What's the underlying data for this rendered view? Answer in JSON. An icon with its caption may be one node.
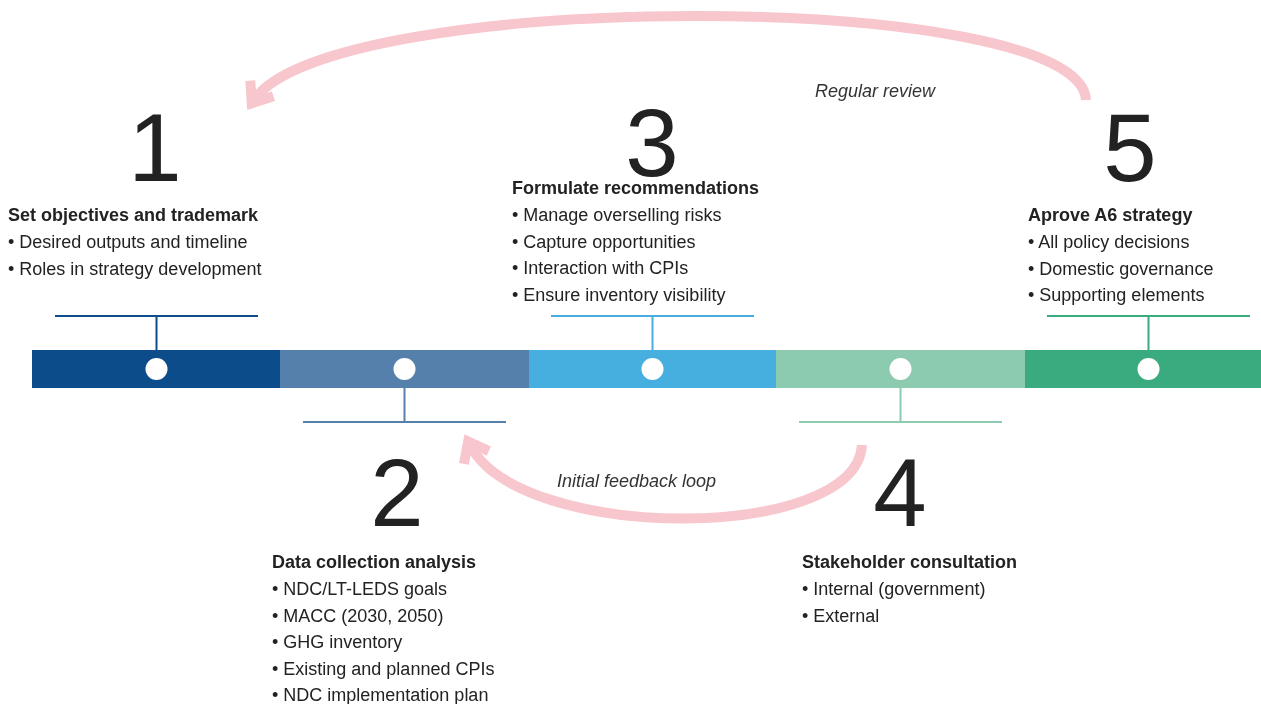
{
  "diagram": {
    "nodes": [
      {
        "text": [
          "1",
          "Set objectives and trademark",
          "• Desired outputs and timeline",
          "• Roles in strategy development"
        ]
      },
      {
        "text": [
          "2",
          "Data collection analysis",
          "• NDC/LT-LEDS goals",
          "• MACC (2030, 2050)",
          "• GHG inventory",
          "• Existing and planned CPIs",
          "• NDC implementation plan"
        ]
      },
      {
        "text": [
          "3",
          "Formulate recommendations",
          "• Manage overselling risks",
          "• Capture opportunities",
          "• Interaction with CPIs",
          "• Ensure inventory visibility"
        ]
      },
      {
        "text": [
          "4",
          "Stakeholder consultation",
          "• Internal (government)",
          "• External"
        ]
      },
      {
        "text": [
          "5",
          "Aprove A6 strategy",
          "• All policy decisions",
          "• Domestic governance",
          "• Supporting elements"
        ]
      }
    ],
    "edges": [
      {
        "from": 4,
        "to": 0,
        "arrow": "to",
        "label": "Regular review",
        "color": "#f8c6cd"
      },
      {
        "from": 3,
        "to": 1,
        "arrow": "to",
        "label": "Initial feedback loop",
        "color": "#f8c6cd"
      }
    ]
  }
}
